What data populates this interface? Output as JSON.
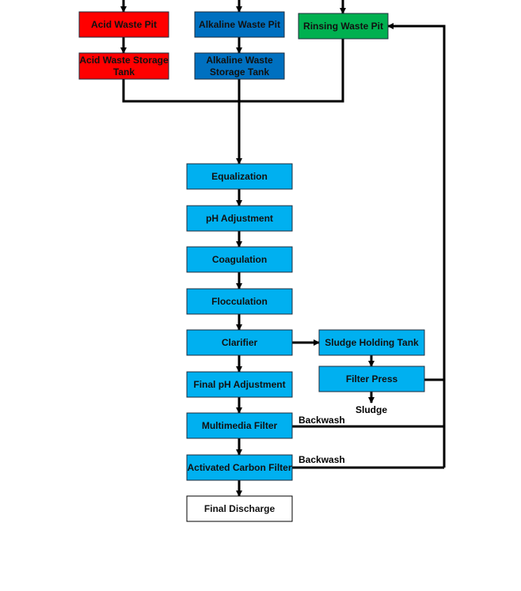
{
  "colors": {
    "acid": "#ff0000",
    "alkaline": "#0070c0",
    "rinsing": "#00b050",
    "process": "#00b0f0",
    "discharge": "#ffffff",
    "line": "#000000"
  },
  "nodes": {
    "acid_pit": {
      "label": [
        "Acid Waste Pit"
      ],
      "color": "acid"
    },
    "acid_tank": {
      "label": [
        "Acid Waste Storage",
        "Tank"
      ],
      "color": "acid"
    },
    "alk_pit": {
      "label": [
        "Alkaline Waste Pit"
      ],
      "color": "alkaline"
    },
    "alk_tank": {
      "label": [
        "Alkaline Waste",
        "Storage Tank"
      ],
      "color": "alkaline"
    },
    "rinse_pit": {
      "label": [
        "Rinsing Waste Pit"
      ],
      "color": "rinsing"
    },
    "equalization": {
      "label": [
        "Equalization"
      ],
      "color": "process"
    },
    "ph_adjustment": {
      "label": [
        "pH Adjustment"
      ],
      "color": "process"
    },
    "coagulation": {
      "label": [
        "Coagulation"
      ],
      "color": "process"
    },
    "flocculation": {
      "label": [
        "Flocculation"
      ],
      "color": "process"
    },
    "clarifier": {
      "label": [
        "Clarifier"
      ],
      "color": "process"
    },
    "final_ph": {
      "label": [
        "Final pH Adjustment"
      ],
      "color": "process"
    },
    "multimedia": {
      "label": [
        "Multimedia Filter"
      ],
      "color": "process"
    },
    "carbon": {
      "label": [
        "Activated Carbon Filter"
      ],
      "color": "process"
    },
    "discharge": {
      "label": [
        "Final Discharge"
      ],
      "color": "discharge"
    },
    "sludge_tank": {
      "label": [
        "Sludge Holding Tank"
      ],
      "color": "process"
    },
    "filter_press": {
      "label": [
        "Filter Press"
      ],
      "color": "process"
    }
  },
  "edge_labels": {
    "sludge": "Sludge",
    "backwash_1": "Backwash",
    "backwash_2": "Backwash"
  }
}
